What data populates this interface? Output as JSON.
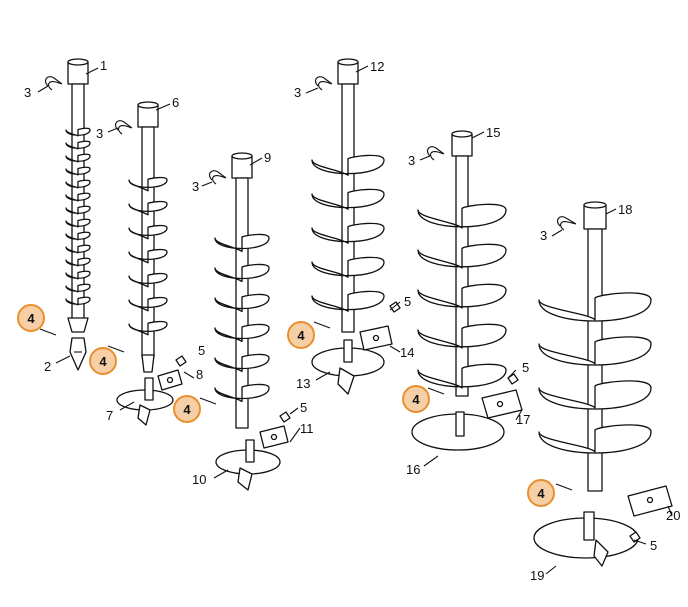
{
  "highlight_color": "#f7cfa6",
  "highlight_border": "#e98f2f",
  "callouts": {
    "c1": "1",
    "c2": "2",
    "c3a": "3",
    "c3b": "3",
    "c3c": "3",
    "c3d": "3",
    "c3e": "3",
    "c3f": "3",
    "c4a": "4",
    "c4b": "4",
    "c4c": "4",
    "c4d": "4",
    "c4e": "4",
    "c4f": "4",
    "c5a": "5",
    "c5b": "5",
    "c5c": "5",
    "c5d": "5",
    "c5e": "5",
    "c6": "6",
    "c7": "7",
    "c8": "8",
    "c9": "9",
    "c10": "10",
    "c11": "11",
    "c12": "12",
    "c13": "13",
    "c14": "14",
    "c15": "15",
    "c16": "16",
    "c17": "17",
    "c18": "18",
    "c19": "19",
    "c20": "20"
  }
}
